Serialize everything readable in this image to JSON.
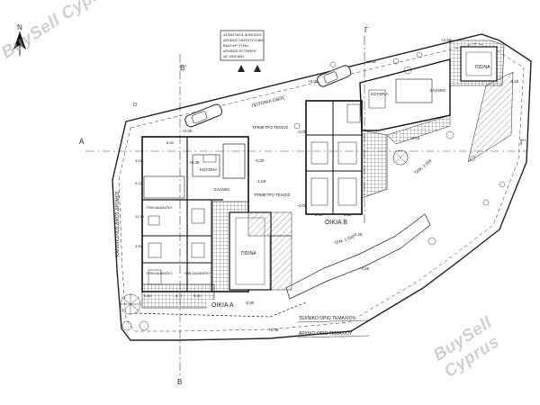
{
  "watermark": {
    "text": "BuySell Cyprus",
    "color": "#aaaaaa"
  },
  "road_label": {
    "lines": [
      "ΑΣΦΑΛΤΙΚΟΣ ΔΗΜΟΣΙΟΣ",
      "ΔΡΟΜΟΣ ΠΛΑΤΟΥΣ 3.66Μ",
      "ΒΑΣΗ ΑΡ. ΚΤΗΜ.",
      "ΑΡΙΘΜΟΣ ΕΓΓΡΑΦΗΣ",
      "ΔΕ 1005/1853"
    ]
  },
  "section_markers": {
    "a_left": "Α",
    "beta_top": "Β'",
    "beta_bottom": "Β",
    "gamma_top": "Γ",
    "gamma_right": "Γ'"
  },
  "houses": {
    "house_a": "ΟΙΚΙΑ Α",
    "house_b": "ΟΙΚΙΑ Β"
  },
  "rooms": {
    "kitchen_a": "ΚΟΥΖΙΝΑ",
    "living_a": "ΣΑΛΟΝΙ",
    "pool_a": "ΠΙΣΙΝΑ",
    "bedroom_a1": "ΥΠΝΟΔΩΜΑΤΙΟ",
    "bedroom_a2": "ΥΠΝΟΔΩΜΑΤΙΟ",
    "bedroom_a3": "ΥΠΝΟΔΩΜΑΤΙΟ",
    "kitchen_b": "ΚΟΥΖΙΝΑ",
    "living_b": "ΣΑΛΟΝΙ",
    "pool_b": "ΠΙΣΙΝΑ",
    "retaining_wall_1": "ΤΡΙΜΕΤΡΟ ΤΕΙΧΟΣ",
    "retaining_wall_2": "ΤΡΙΜΕΤΡΟ ΤΕΙΧΟΣ"
  },
  "boundaries": {
    "front_road": "ΓΕΙΤΟΝΙΑ ΟΔΟΣ",
    "left_road": "ΚΑΛΛΙΠΟΛΙΟΣ ΔΙΚΟΣ ΔΡΟΜΟΣ",
    "technical_limit": "ΤΕΧΝΙΚΟ ΟΡΙΟ ΤΕΜΑΧΙΟΥ",
    "archive_limit": "ΑΡΧΙΚΟ ΟΡΙΟ ΤΕΜΑΧΙΟΥ",
    "parcel_b1": "ΤΕΜ. 1.558",
    "parcel_b2": "ΤΕΜ. 1.558"
  },
  "levels": {
    "l1": "+0.60",
    "l2": "+0.35",
    "l3": "-0.20",
    "l4": "-2.00",
    "l5": "-2.15",
    "l6": "-1.60",
    "l7": "+0.00",
    "l8": "-2.25",
    "l9": "-2.30",
    "l10": "+1.60",
    "l11": "+0.35",
    "l12": "-2.50",
    "l13": "-2.60",
    "l14": "-2.00",
    "l15": "+0.35"
  },
  "dimensions": {
    "d1": "3.00",
    "d2": "5.20",
    "d3": "8.85",
    "d4": "11.30",
    "d5": "3.50",
    "d6": "9.55",
    "d7": "3.55",
    "d8": "3.88",
    "d9": "8.71",
    "d10": "3.00"
  }
}
